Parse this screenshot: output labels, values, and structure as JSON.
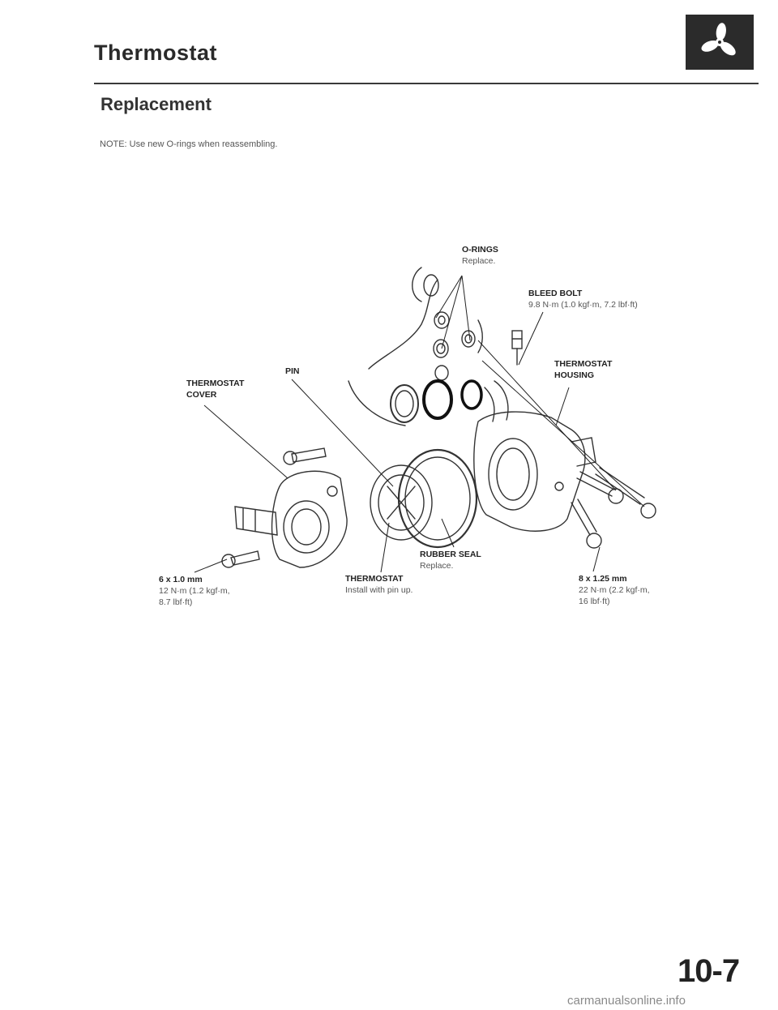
{
  "header": {
    "title": "Thermostat",
    "badge_icon": "cooling-fan-icon"
  },
  "section": {
    "heading": "Replacement",
    "note": "NOTE:  Use new O-rings when reassembling."
  },
  "callouts": {
    "o_rings": {
      "name": "O-RINGS",
      "sub": "Replace."
    },
    "bleed_bolt": {
      "name": "BLEED BOLT",
      "sub": "9.8 N·m (1.0 kgf·m, 7.2 lbf·ft)"
    },
    "thermostat_housing": {
      "name": "THERMOSTAT HOUSING"
    },
    "thermostat_cover": {
      "name": "THERMOSTAT COVER"
    },
    "pin": {
      "name": "PIN"
    },
    "rubber_seal": {
      "name": "RUBBER SEAL",
      "sub": "Replace."
    },
    "thermostat": {
      "name": "THERMOSTAT",
      "sub": "Install with pin up."
    },
    "bolt_6mm": {
      "name": "6 x 1.0 mm",
      "sub1": "12 N·m (1.2 kgf·m,",
      "sub2": "8.7 lbf·ft)"
    },
    "bolt_8mm": {
      "name": "8 x 1.25 mm",
      "sub1": "22 N·m (2.2 kgf·m,",
      "sub2": "16 lbf·ft)"
    }
  },
  "footer": {
    "page_number": "10-7",
    "watermark": "carmanualsonline.info"
  }
}
